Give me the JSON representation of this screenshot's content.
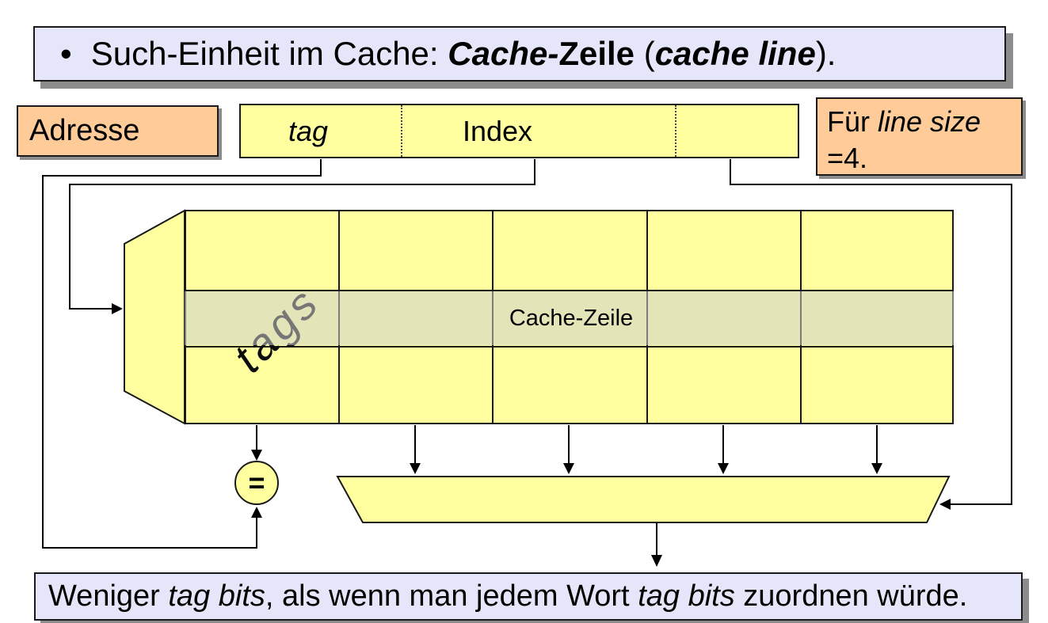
{
  "colors": {
    "bg": "#ffffff",
    "lavender": "#e6e6fa",
    "orange": "#ffcc99",
    "yellow": "#ffffa0",
    "highlight_overlay": "#cdcdcd",
    "shadow": "#8c8c8c",
    "line": "#000000"
  },
  "title": {
    "bullet": "•",
    "segments": [
      {
        "t": "Such-Einheit im Cache: "
      },
      {
        "t": "Cache-",
        "b": true,
        "i": true
      },
      {
        "t": "Zeile",
        "b": true
      },
      {
        "t": " ("
      },
      {
        "t": "cache line",
        "b": true,
        "i": true
      },
      {
        "t": ")."
      }
    ]
  },
  "address": {
    "label": "Adresse"
  },
  "address_bar": {
    "fields": [
      {
        "label": "tag",
        "italic": true
      },
      {
        "label": "Index",
        "italic": false
      },
      {
        "label": "",
        "italic": false
      }
    ]
  },
  "note": {
    "segments": [
      {
        "t": "Für "
      },
      {
        "t": "line size",
        "i": true
      },
      {
        "br": true
      },
      {
        "t": "=4."
      }
    ]
  },
  "cache": {
    "tags_label": "tags",
    "row_label": "Cache-Zeile"
  },
  "comparator": {
    "label": "="
  },
  "footer": {
    "segments": [
      {
        "t": "Weniger "
      },
      {
        "t": "tag bits",
        "i": true
      },
      {
        "t": ", als wenn man jedem Wort "
      },
      {
        "t": "tag bits",
        "i": true
      },
      {
        "t": " zuordnen würde."
      }
    ]
  }
}
